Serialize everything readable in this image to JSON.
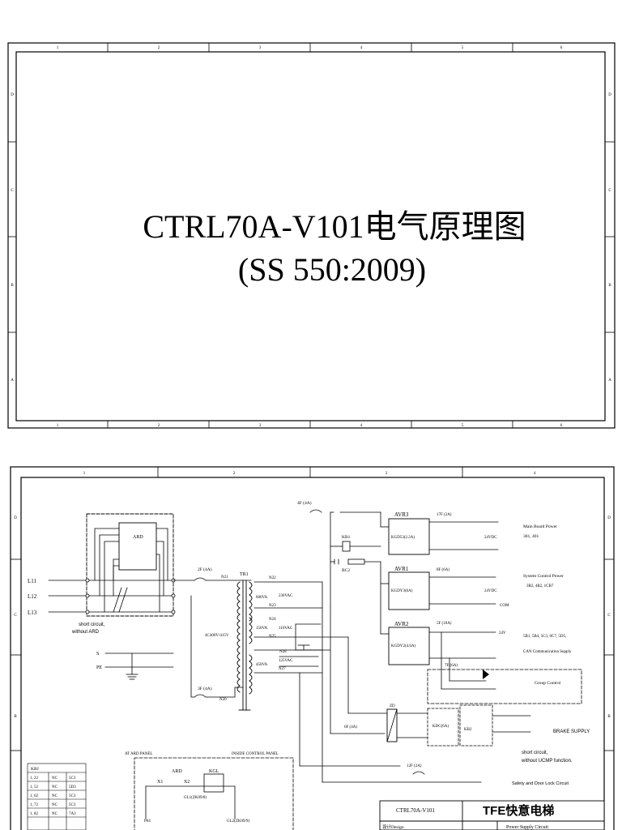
{
  "cover": {
    "title_line1": "CTRL70A-V101电气原理图",
    "title_line2": "(SS 550:2009)",
    "col_marks": [
      "1",
      "2",
      "3",
      "4",
      "5",
      "6"
    ],
    "row_marks": [
      "D",
      "C",
      "B",
      "A"
    ]
  },
  "schematic": {
    "col_marks": [
      "1",
      "2",
      "3",
      "4"
    ],
    "row_marks": [
      "D",
      "C",
      "B"
    ],
    "inputs": [
      "L11",
      "L12",
      "L13"
    ],
    "pe_labels": [
      "S",
      "PE"
    ],
    "ard_box": "ARD",
    "short_note_1": "short circuit,",
    "short_note_2": "without ARD",
    "tr1": "TR1",
    "transformer_ratings": [
      "600VA",
      "230VAC",
      "150VA",
      "110VAC",
      "450VA",
      "125VAC",
      "4C400V/415V"
    ],
    "fuses": [
      "2F (4A)",
      "3F (4A)",
      "4F (4A)",
      "6F (4A)",
      "8F (6A)",
      "5F (10A)",
      "7F (6A)",
      "12F (2A)",
      "17F (2A)"
    ],
    "wire_nums": [
      "N21",
      "N22",
      "N23",
      "N24",
      "N25",
      "N27",
      "N28",
      "N20"
    ],
    "avr": [
      {
        "name": "AVR3",
        "part": "KGD53(2.2A)",
        "out": "24VDC",
        "desc1": "Main Board Power",
        "desc2": "301, 401"
      },
      {
        "name": "AVR1",
        "part": "KGDY3(6A)",
        "out": "24VDC",
        "desc1": "System Control Power",
        "desc2": "3B2, 4B2, 1CB7"
      },
      {
        "name": "AVR2",
        "part": "KGDY2(4.6A)",
        "out": "24V",
        "desc1": "5B1, 5B4, 5C3, 6C7, 5D5,",
        "desc2": "CAN Communication Supply"
      }
    ],
    "kb1": "KB1",
    "bc2": "BC2",
    "com": "COM",
    "group_control": "Group Control",
    "zd": "ZD",
    "kdc": "KDC(6A)",
    "kb2": "KB2",
    "brake_supply": "BRAKE SUPPLY",
    "ucmp_note_1": "short circuit,",
    "ucmp_note_2": "without UCMP function.",
    "safety_chain": "Safety and Door Lock Circuit",
    "at_ard_panel": "AT ARD PANEL",
    "inside_control_panel": "INSIDE CONTROL PANEL",
    "ard_contact": "ARD",
    "kgl": "KGL",
    "x1": "X1",
    "x2": "X2",
    "gl1": "GL1(ZK09/8)",
    "gl2": "GL2(ZK09/9)",
    "p04": "P04",
    "kbj_table": {
      "header": "KBJ",
      "rows": [
        [
          "1, 22",
          "NC",
          "5C3"
        ],
        [
          "1, 52",
          "NC",
          "5D3"
        ],
        [
          "1, 62",
          "NC",
          "5C3"
        ],
        [
          "1, 72",
          "NC",
          "5C3"
        ],
        [
          "1, 82",
          "NC",
          "7A3"
        ]
      ]
    },
    "title_block": {
      "drawing_no": "CTRL70A-V101",
      "brand": "TFE快意电梯",
      "sheet_title": "Power Supply Circuit",
      "design_label": "设计Design"
    }
  }
}
